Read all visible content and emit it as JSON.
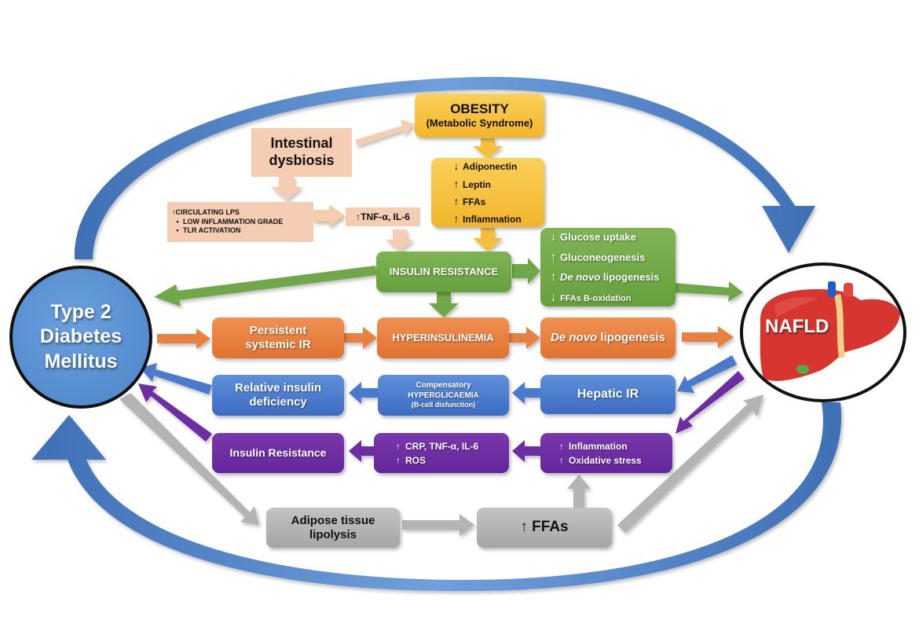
{
  "colors": {
    "peach": "#f5cdb2",
    "yellow": "#f5bf3c",
    "green": "#70a848",
    "orange": "#e8813f",
    "blue": "#4a7acc",
    "purple": "#6e2fa3",
    "gray": "#b4b4b4",
    "cycle_arrow": "#5588cc",
    "liver": "#d6362f"
  },
  "nodes": {
    "t2dm": {
      "lines": [
        "Type 2",
        "Diabetes",
        "Mellitus"
      ]
    },
    "nafld": {
      "label": "NAFLD"
    },
    "obesity": {
      "title": "OBESITY",
      "subtitle": "(Metabolic Syndrome)"
    },
    "dysbiosis": {
      "lines": [
        "Intestinal",
        "dysbiosis"
      ]
    },
    "lps": {
      "title": "↑CIRCULATING LPS",
      "bullets": [
        "LOW INFLAMMATION GRADE",
        "TLR ACTIVATION"
      ],
      "bullet_glyph": "•"
    },
    "tnf": {
      "label": "↑TNF-α, IL-6"
    },
    "adipokines": {
      "items": [
        {
          "arrow": "↓",
          "text": "Adiponectin"
        },
        {
          "arrow": "↑",
          "text": "Leptin"
        },
        {
          "arrow": "↑",
          "text": "FFAs"
        },
        {
          "arrow": "↑",
          "text": "Inflammation"
        }
      ]
    },
    "insulin_resistance_top": {
      "label": "INSULIN RESISTANCE"
    },
    "hepatic_effects": {
      "items": [
        {
          "arrow": "↓",
          "italic": "",
          "text": "Glucose uptake"
        },
        {
          "arrow": "↑",
          "italic": "",
          "text": "Gluconeogenesis"
        },
        {
          "arrow": "↑",
          "italic": "De novo",
          "text": " lipogenesis"
        },
        {
          "arrow": "↓",
          "italic": "",
          "text": "FFAs B-oxidation"
        }
      ]
    },
    "persistent_ir": {
      "lines": [
        "Persistent",
        "systemic IR"
      ]
    },
    "hyperinsulinemia": {
      "label": "HYPERINSULINEMIA"
    },
    "dnl": {
      "italic": "De novo",
      "text": " lipogenesis"
    },
    "relative_deficiency": {
      "lines": [
        "Relative insulin",
        "deficiency"
      ]
    },
    "compensatory": {
      "lines": [
        "Compensatory",
        "HYPERGLICAEMIA",
        "(B-cell disfunction)"
      ]
    },
    "hepatic_ir": {
      "label": "Hepatic IR"
    },
    "insulin_resistance_bottom": {
      "label": "Insulin Resistance"
    },
    "crp": {
      "items": [
        {
          "arrow": "↑",
          "text": "CRP, TNF-α, IL-6"
        },
        {
          "arrow": "↑",
          "text": "ROS"
        }
      ]
    },
    "inflammation": {
      "items": [
        {
          "arrow": "↑",
          "text": "Inflammation"
        },
        {
          "arrow": "↑",
          "text": "Oxidative stress"
        }
      ]
    },
    "adipose": {
      "lines": [
        "Adipose tissue",
        "lipolysis"
      ]
    },
    "ffas": {
      "label": "↑ FFAs"
    }
  }
}
